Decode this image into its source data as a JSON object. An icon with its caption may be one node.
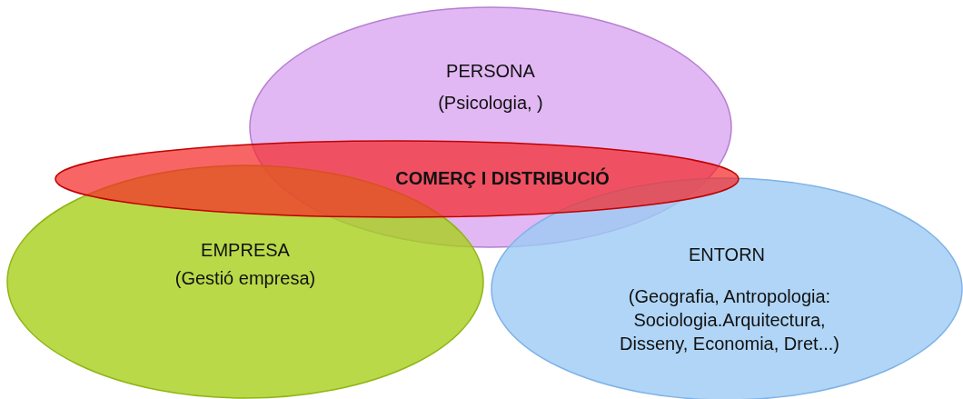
{
  "diagram": {
    "nodes": [
      {
        "text": [
          "PERSONA",
          "(Psicologia, )"
        ]
      },
      {
        "text": [
          "COMERÇ I DISTRIBUCIÓ"
        ]
      },
      {
        "text": [
          "EMPRESA",
          "(Gestió empresa)"
        ]
      },
      {
        "text": [
          "ENTORN",
          "(Geografia, Antropologia: Sociologia.Arquitectura, Disseny, Economia, Dret...)"
        ]
      }
    ]
  }
}
